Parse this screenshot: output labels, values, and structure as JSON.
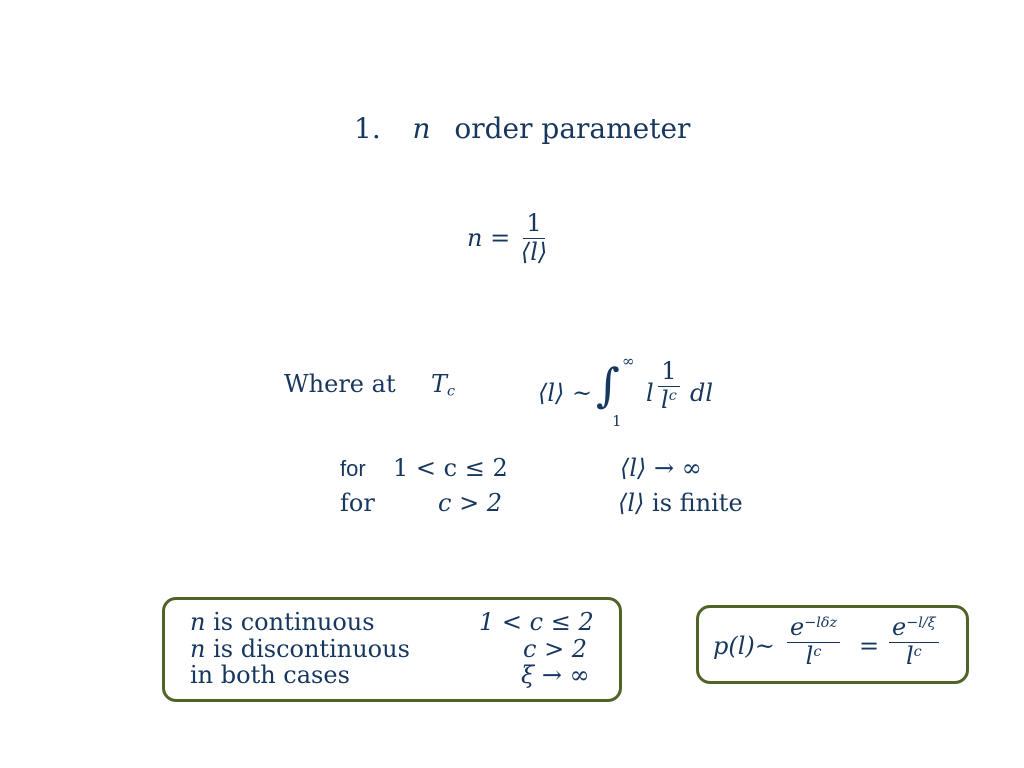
{
  "slide": {
    "title_number": "1.",
    "title_var": "n",
    "title_text": "order parameter"
  },
  "def_eq": {
    "lhs": "n =",
    "num": "1",
    "den": "⟨l⟩"
  },
  "tc_row": {
    "label": "Where at",
    "symbol": "T",
    "symbol_sub": "c",
    "eq_lhs": "⟨l⟩ ~",
    "int_sign": "∫",
    "int_upper": "∞",
    "int_lower": "1",
    "integrand": "l",
    "frac_num": "1",
    "frac_den": "l",
    "frac_den_sup": "c",
    "dl": "dl"
  },
  "cases": [
    {
      "for": "for",
      "cond": "1 < c ≤ 2",
      "result": "⟨l⟩ → ∞"
    },
    {
      "for": "for",
      "cond": "c > 2",
      "result_pre": "⟨l⟩",
      "result_text": "is finite"
    }
  ],
  "summary_box": {
    "rows": [
      {
        "var": "n",
        "text": "is continuous",
        "cond": "1 < c ≤ 2"
      },
      {
        "var": "n",
        "text": "is discontinuous",
        "cond": "c > 2"
      },
      {
        "var": "",
        "text": "in both cases",
        "cond": "ξ → ∞"
      }
    ]
  },
  "formula_box": {
    "lhs": "p(l)~",
    "f1_num": "e",
    "f1_num_sup": "−lδz",
    "f1_den": "l",
    "f1_den_sup": "c",
    "eq": "=",
    "f2_num": "e",
    "f2_num_sup": "−l/ξ",
    "f2_den": "l",
    "f2_den_sup": "c"
  },
  "colors": {
    "text": "#17375e",
    "box_border": "#4f6228"
  }
}
